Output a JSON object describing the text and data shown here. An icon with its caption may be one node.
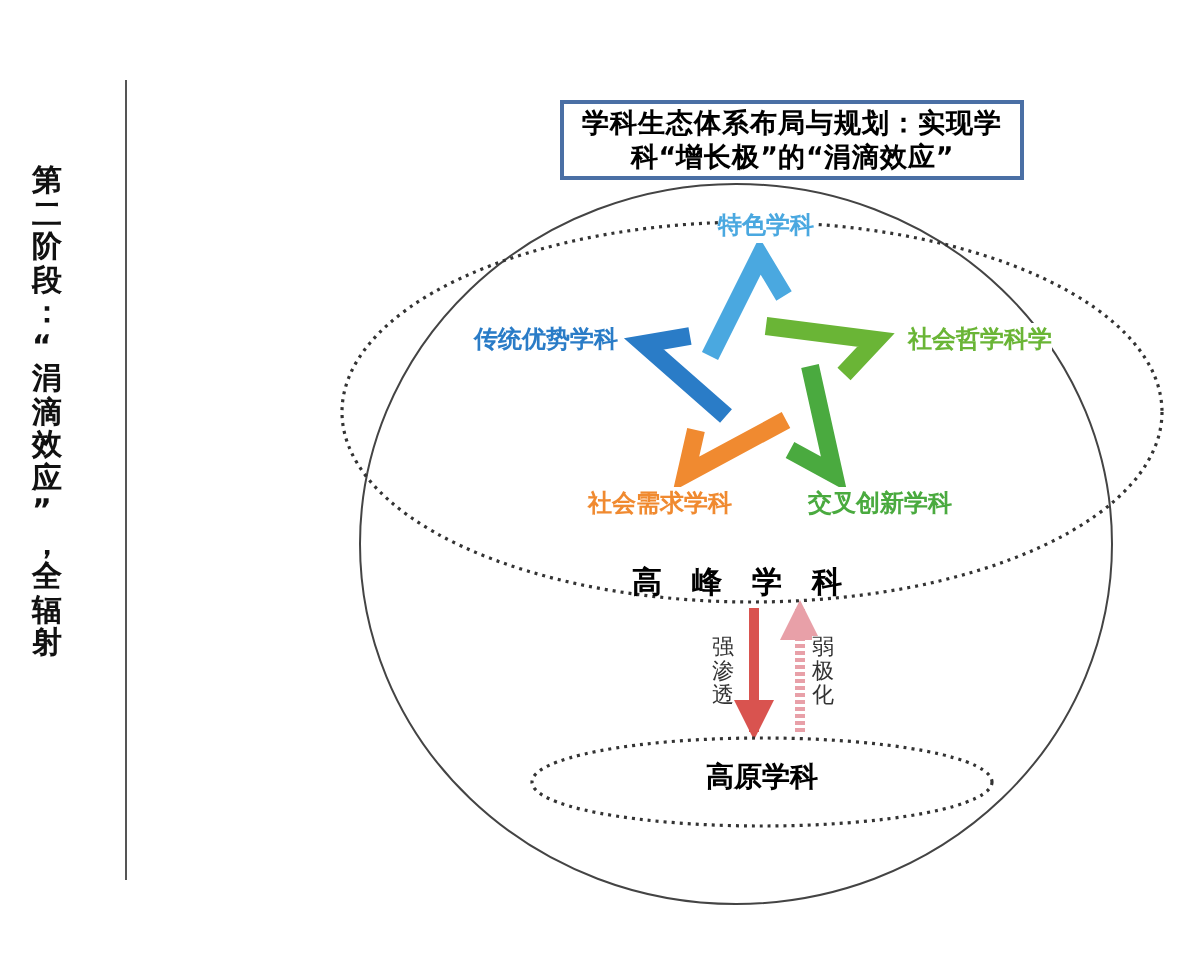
{
  "diagram": {
    "nodes": [
      {
        "text": [
          "学科生态体系布局与规划：实现学科“增长极”的“涓滴效应”"
        ]
      },
      {
        "text": [
          "高峰学科"
        ]
      },
      {
        "text": [
          "高原学科"
        ]
      }
    ],
    "edges": [
      {
        "from": 1,
        "to": 2,
        "arrow": "to",
        "label": "强渗透",
        "color": "#d9534f"
      },
      {
        "from": 2,
        "to": 1,
        "arrow": "to",
        "label": "弱极化",
        "style": "dashed",
        "color": "#e8a0a8"
      }
    ],
    "labels": [
      "第二阶段：“涓滴效应”，全辐射",
      "特色学科",
      "传统优势学科",
      "社会哲学科学",
      "社会需求学科",
      "交叉创新学科"
    ]
  }
}
